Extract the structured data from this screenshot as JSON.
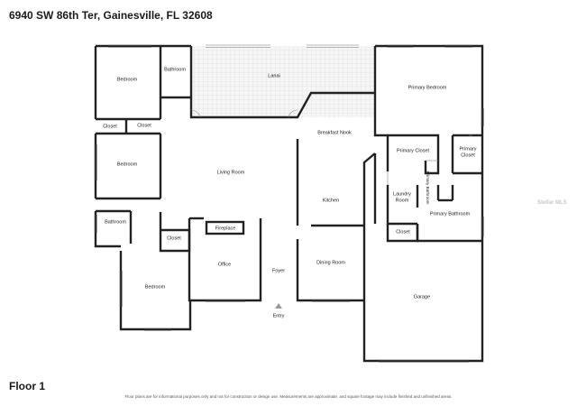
{
  "header": {
    "address": "6940 SW 86th Ter, Gainesville, FL 32608"
  },
  "footer": {
    "floor_label": "Floor 1",
    "disclaimer": "Floor plans are for informational purposes only and not for construction or design use. Measurements are approximate, and square footage may include finished and unfinished areas."
  },
  "watermark": "Stellar MLS",
  "rooms": {
    "bedroom_nw": "Bedroom",
    "bathroom_n": "Bathroom",
    "lanai": "Lanai",
    "primary_bedroom": "Primary Bedroom",
    "closet_a": "Closet",
    "closet_b": "Closet",
    "breakfast_nook": "Breakfast Nook",
    "primary_closet_a": "Primary Closet",
    "primary_closet_b_1": "Primary",
    "primary_closet_b_2": "Closet",
    "bedroom_w": "Bedroom",
    "living_room": "Living Room",
    "kitchen": "Kitchen",
    "laundry_1": "Laundry",
    "laundry_2": "Room",
    "primary_bathroom_v": "Primary Bathroom",
    "primary_bathroom": "Primary Bathroom",
    "bathroom_w": "Bathroom",
    "fireplace": "Fireplace",
    "closet_c": "Closet",
    "closet_d": "Closet",
    "office": "Office",
    "foyer": "Foyer",
    "dining_room": "Dining Room",
    "garage": "Garage",
    "bedroom_sw": "Bedroom",
    "entry": "Entry"
  }
}
